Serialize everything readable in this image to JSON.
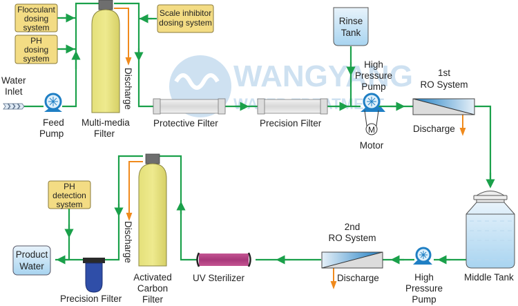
{
  "title": "WANGYANG Water Treatment Two-Stage RO Process Flow",
  "watermark": {
    "brand": "WANGYANG",
    "tagline": "WATER TREATMENT"
  },
  "colors": {
    "pipe": "#1aa04a",
    "discharge": "#f08a1c",
    "dosing_box_fill": "#f3dc84",
    "dosing_box_stroke": "#8a7a3a",
    "tank_fill": "#e9e57a",
    "pump_blue": "#1f7fc4",
    "uv_magenta": "#b0417e",
    "cartridge_blue": "#2f4ea8",
    "watermark": "#c9def0"
  },
  "labels": {
    "water_inlet": [
      "Water",
      "Inlet"
    ],
    "feed_pump": [
      "Feed",
      "Pump"
    ],
    "multimedia_filter": [
      "Multi-media",
      "Filter"
    ],
    "discharge": "Discharge",
    "flocculant_dosing": [
      "Flocculant",
      "dosing",
      "system"
    ],
    "ph_dosing": [
      "PH",
      "dosing",
      "system"
    ],
    "scale_inhibitor": [
      "Scale inhibitor",
      "dosing system"
    ],
    "protective_filter": "Protective Filter",
    "precision_filter_top": "Precision Filter",
    "rinse_tank": [
      "Rinse",
      "Tank"
    ],
    "hp_pump_1": [
      "High",
      "Pressure",
      "Pump"
    ],
    "motor": "Motor",
    "motor_symbol": "M",
    "ro1": [
      "1st",
      "RO System"
    ],
    "middle_tank": "Middle Tank",
    "hp_pump_2": [
      "High",
      "Pressure",
      "Pump"
    ],
    "ro2": [
      "2nd",
      "RO System"
    ],
    "uv_sterilizer": "UV Sterilizer",
    "activated_carbon": [
      "Activated",
      "Carbon",
      "Filter"
    ],
    "ph_detection": [
      "PH",
      "detection",
      "system"
    ],
    "precision_filter_bottom": "Precision Filter",
    "product_water": [
      "Product",
      "Water"
    ]
  }
}
